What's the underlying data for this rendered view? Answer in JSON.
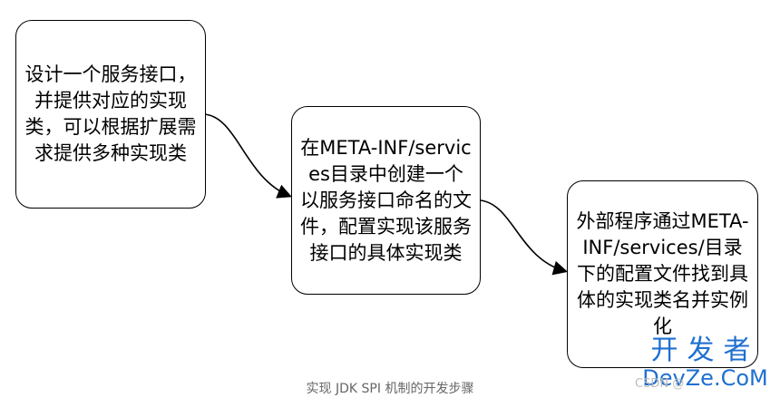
{
  "steps": [
    {
      "text": "设计一个服务接口，并提供对应的实现类，可以根据扩展需求提供多种实现类"
    },
    {
      "text": "在META-INF/services目录中创建一个以服务接口命名的文件，配置实现该服务接口的具体实现类"
    },
    {
      "text": "外部程序通过META-INF/services/目录下的配置文件找到具体的实现类名并实例化"
    }
  ],
  "caption": "实现 JDK SPI 机制的开发步骤",
  "watermark": {
    "line1": "开发者",
    "line2": "DevZe.CoM",
    "faint": "CSDN @ "
  }
}
